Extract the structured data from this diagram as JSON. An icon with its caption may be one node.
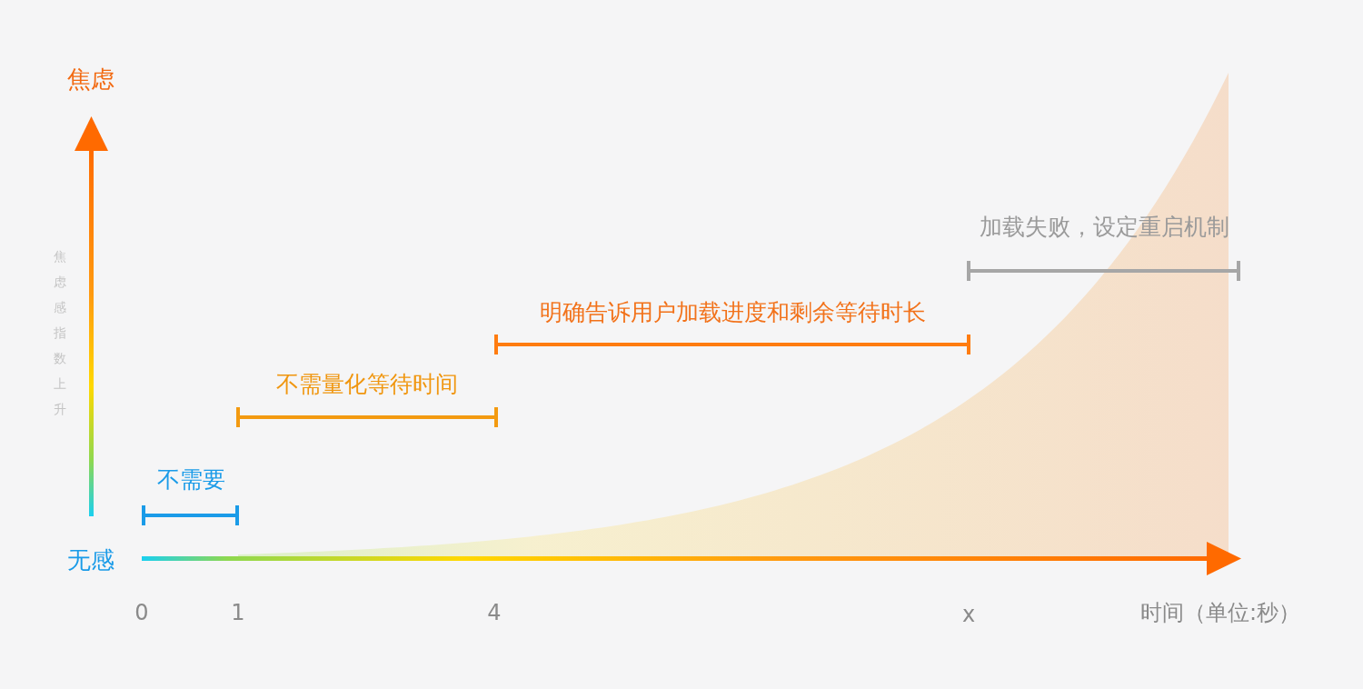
{
  "diagram": {
    "labels": [
      "焦虑",
      "加载失败，设定重启机制",
      "明确告诉用户加载进度和剩余等待时长",
      "焦虑感指数上升",
      "不需量化等待时间",
      "不需要",
      "无感",
      "0",
      "1",
      "4",
      "x",
      "时间（单位:秒）"
    ]
  }
}
